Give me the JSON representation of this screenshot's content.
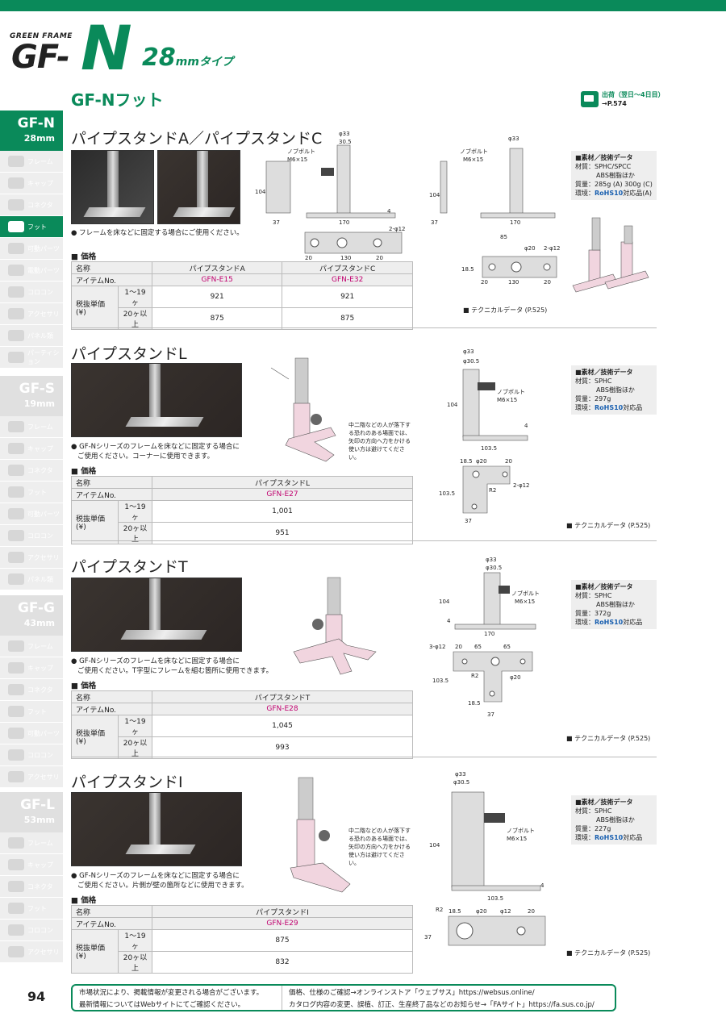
{
  "header": {
    "brand_sub": "GREEN FRAME",
    "brand_gf": "GF-",
    "brand_n": "N",
    "type_num": "28",
    "type_unit": "mmタイプ",
    "feature_title": "GF-Nフット",
    "ship_line1": "出荷（翌日〜4日目）",
    "ship_line2": "→P.574"
  },
  "sidebar": {
    "n": {
      "name": "GF-N",
      "size": "28",
      "items": [
        "フレーム",
        "キャップ",
        "コネクタ",
        "フット",
        "可動パーツ",
        "電動パーツ",
        "コロコン",
        "アクセサリ",
        "パネル類",
        "パーティション"
      ],
      "active": 3
    },
    "s": {
      "name": "GF-S",
      "size": "19",
      "items": [
        "フレーム",
        "キャップ",
        "コネクタ",
        "フット",
        "可動パーツ",
        "コロコン",
        "アクセサリ",
        "パネル類"
      ]
    },
    "g": {
      "name": "GF-G",
      "size": "43",
      "items": [
        "フレーム",
        "キャップ",
        "コネクタ",
        "フット",
        "可動パーツ",
        "コロコン",
        "アクセサリ"
      ]
    },
    "l": {
      "name": "GF-L",
      "size": "53",
      "items": [
        "フレーム",
        "キャップ",
        "コネクタ",
        "フット",
        "コロコン",
        "アクセサリ"
      ]
    }
  },
  "sections": [
    {
      "title": "パイプスタンドA／パイプスタンドC",
      "bullet": "● フレームを床などに固定する場合にご使用ください。",
      "price_label": "■ 価格",
      "rows": {
        "name": "名称",
        "item": "アイテムNo.",
        "price": "税抜単価",
        "yen": "(¥)",
        "q1": "1〜19ヶ",
        "q2": "20ヶ以上"
      },
      "cols": [
        {
          "name": "パイプスタンドA",
          "code": "GFN-E15",
          "p1": "921",
          "p2": "875"
        },
        {
          "name": "パイプスタンドC",
          "code": "GFN-E32",
          "p1": "921",
          "p2": "875"
        }
      ],
      "spec": {
        "head": "■素材／技術データ",
        "l1": "材質：SPHC/SPCC",
        "l2": "ABS樹脂ほか",
        "l3": "質量：285g (A) 300g (C)",
        "l4a": "環境：",
        "l4b": "RoHS10",
        "l4c": "対応品(A)"
      },
      "tech": "■ テクニカルデータ (P.525)"
    },
    {
      "title": "パイプスタンドL",
      "bullet": "● GF-Nシリーズのフレームを床などに固定する場合に",
      "bullet2": "ご使用ください。コーナーに使用できます。",
      "price_label": "■ 価格",
      "rows": {
        "name": "名称",
        "item": "アイテムNo.",
        "price": "税抜単価",
        "yen": "(¥)",
        "q1": "1〜19ヶ",
        "q2": "20ヶ以上"
      },
      "cols": [
        {
          "name": "パイプスタンドL",
          "code": "GFN-E27",
          "p1": "1,001",
          "p2": "951"
        }
      ],
      "note": "中二階などの人が落下する恐れのある場面では、矢印の方向へ力をかける使い方は避けてください。",
      "spec": {
        "head": "■素材／技術データ",
        "l1": "材質：SPHC",
        "l2": "ABS樹脂ほか",
        "l3": "質量：297g",
        "l4a": "環境：",
        "l4b": "RoHS10",
        "l4c": "対応品"
      },
      "tech": "■ テクニカルデータ (P.525)"
    },
    {
      "title": "パイプスタンドT",
      "bullet": "● GF-Nシリーズのフレームを床などに固定する場合に",
      "bullet2": "ご使用ください。T字型にフレームを組む箇所に使用できます。",
      "price_label": "■ 価格",
      "rows": {
        "name": "名称",
        "item": "アイテムNo.",
        "price": "税抜単価",
        "yen": "(¥)",
        "q1": "1〜19ヶ",
        "q2": "20ヶ以上"
      },
      "cols": [
        {
          "name": "パイプスタンドT",
          "code": "GFN-E28",
          "p1": "1,045",
          "p2": "993"
        }
      ],
      "spec": {
        "head": "■素材／技術データ",
        "l1": "材質：SPHC",
        "l2": "ABS樹脂ほか",
        "l3": "質量：372g",
        "l4a": "環境：",
        "l4b": "RoHS10",
        "l4c": "対応品"
      },
      "tech": "■ テクニカルデータ (P.525)"
    },
    {
      "title": "パイプスタンドI",
      "bullet": "● GF-Nシリーズのフレームを床などに固定する場合に",
      "bullet2": "ご使用ください。片側が壁の箇所などに使用できます。",
      "price_label": "■ 価格",
      "rows": {
        "name": "名称",
        "item": "アイテムNo.",
        "price": "税抜単価",
        "yen": "(¥)",
        "q1": "1〜19ヶ",
        "q2": "20ヶ以上"
      },
      "cols": [
        {
          "name": "パイプスタンドI",
          "code": "GFN-E29",
          "p1": "875",
          "p2": "832"
        }
      ],
      "note": "中二階などの人が落下する恐れのある場面では、矢印の方向へ力をかける使い方は避けてください。",
      "spec": {
        "head": "■素材／技術データ",
        "l1": "材質：SPHC",
        "l2": "ABS樹脂ほか",
        "l3": "質量：227g",
        "l4a": "環境：",
        "l4b": "RoHS10",
        "l4c": "対応品"
      },
      "tech": "■ テクニカルデータ (P.525)"
    }
  ],
  "dims": {
    "phi33": "φ33",
    "d305": "30.5",
    "phi305": "φ30.5",
    "bolt": "ノブボルト",
    "m6": "M6×15",
    "h104": "104",
    "w37": "37",
    "w170": "170",
    "t4": "4",
    "holes2": "2-φ12",
    "holes3": "3-φ12",
    "d20": "20",
    "d130": "130",
    "d85": "85",
    "d185": "18.5",
    "phi20": "φ20",
    "phi12": "φ12",
    "w1035": "103.5",
    "d65": "65",
    "r2": "R2"
  },
  "footer": {
    "l1": "市場状況により、掲載情報が変更される場合がございます。",
    "l2": "最新情報についてはWebサイトにてご確認ください。",
    "r1": "価格、仕様のご確認→オンラインストア「ウェブサス」https://websus.online/",
    "r2": "カタログ内容の変更、誤植、訂正、生産終了品などのお知らせ→「FAサイト」https://fa.sus.co.jp/"
  },
  "page": "94"
}
